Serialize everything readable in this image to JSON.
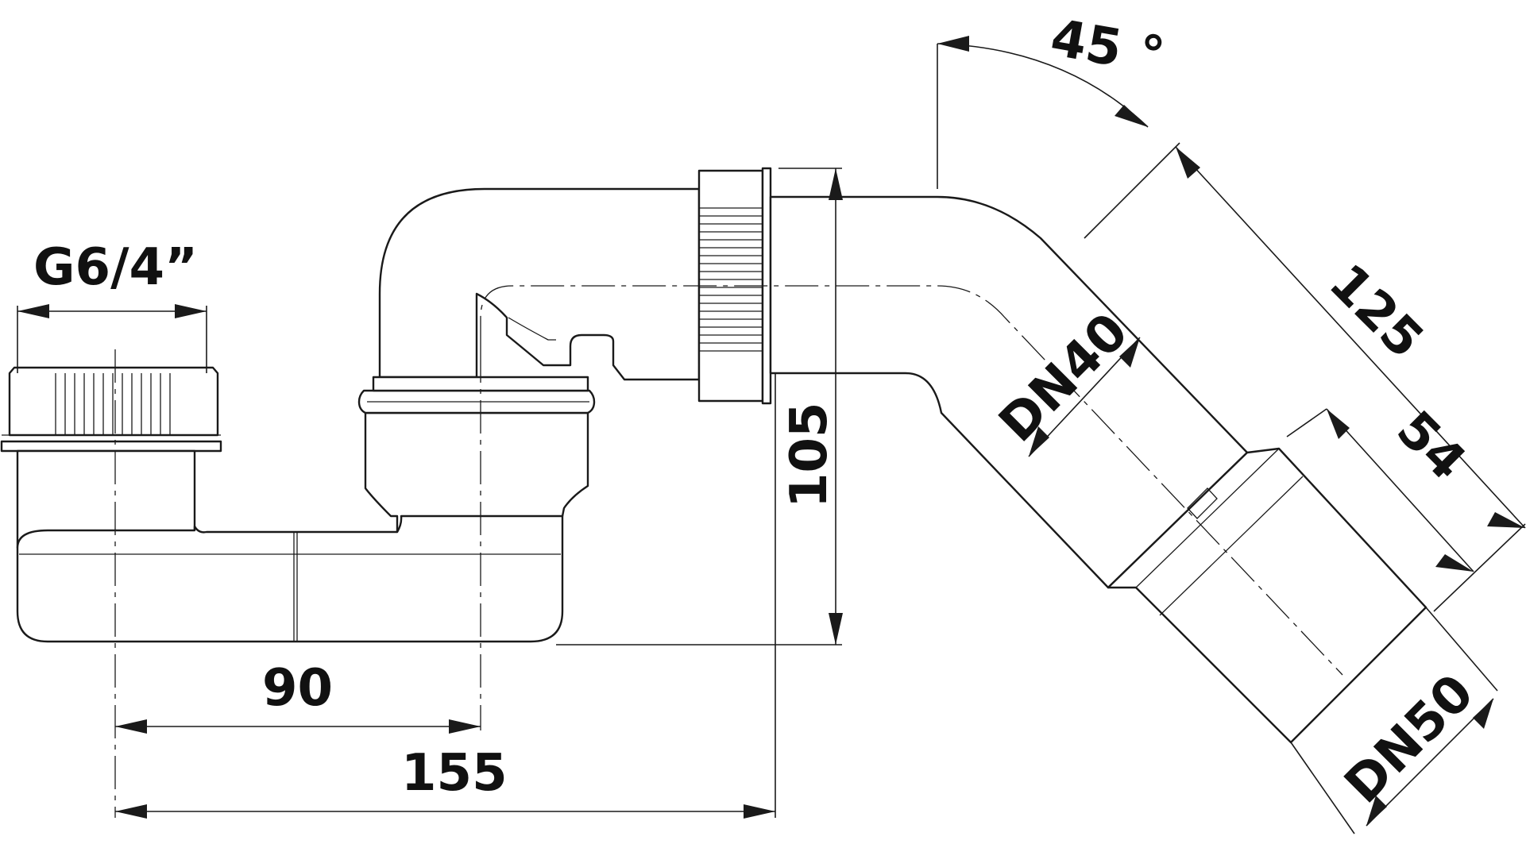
{
  "drawing": {
    "labels": {
      "thread_size": "G6/4”",
      "angle": "45 °",
      "dn_inlet": "DN40",
      "dn_outlet": "DN50",
      "length_outlet": "125",
      "length_socket": "54",
      "height": "105",
      "length_inner": "90",
      "length_total": "155"
    },
    "colors": {
      "ink": "#1a1a1a",
      "paper": "#ffffff"
    }
  }
}
